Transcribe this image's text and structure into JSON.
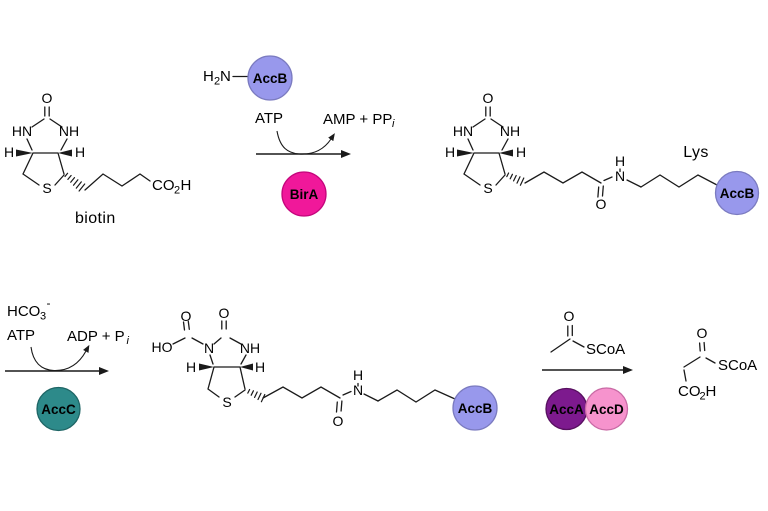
{
  "colors": {
    "accb_fill": "#9898ec",
    "accb_stroke": "#7b7bc0",
    "accb_text": "#1a1a80",
    "bira_fill": "#f0189a",
    "bira_stroke": "#c4067c",
    "bira_text": "#6e1426",
    "accc_fill": "#2d8a8a",
    "accc_stroke": "#1e6565",
    "accc_text": "#04322e",
    "acca_fill": "#7d1a8e",
    "acca_stroke": "#57105f",
    "acca_text": "#250537",
    "accd_fill": "#f693cd",
    "accd_stroke": "#c96aa5",
    "accd_text": "#8c2056"
  },
  "step1": {
    "biotin": {
      "name": "biotin",
      "atoms": {
        "o": "O",
        "hn": "HN",
        "nh": "NH",
        "h_left": "H",
        "h_right": "H",
        "s": "S"
      },
      "acid": {
        "base": "CO",
        "sub": "2",
        "tail": "H"
      }
    },
    "apo": {
      "amine_h": "H",
      "amine_sub": "2",
      "amine_n": "N",
      "protein": "AccB"
    },
    "atp": "ATP",
    "byproduct": {
      "base": "AMP + PP",
      "sub": "i"
    },
    "enzyme": "BirA",
    "product": {
      "atoms": {
        "o": "O",
        "hn": "HN",
        "nh": "NH",
        "h_left": "H",
        "h_right": "H",
        "s": "S",
        "amide_o": "O",
        "amide_h": "H",
        "amide_n": "N"
      },
      "lys": "Lys",
      "protein": "AccB"
    }
  },
  "step2": {
    "bicarbonate": {
      "base": "HCO",
      "sub": "3",
      "sup": "-"
    },
    "atp": "ATP",
    "byproduct": {
      "base": "ADP + P",
      "sub": "i"
    },
    "enzyme": "AccC",
    "carboxybiotin": {
      "atoms": {
        "ho": "HO",
        "carboxyl_o": "O",
        "n": "N",
        "o": "O",
        "nh": "NH",
        "h_left": "H",
        "h_right": "H",
        "s": "S",
        "amide_o": "O",
        "amide_h": "H",
        "amide_n": "N"
      },
      "protein": "AccB"
    }
  },
  "step3": {
    "acetyl_coa": {
      "o": "O",
      "scoa": "SCoA"
    },
    "enzyme_a": "AccA",
    "enzyme_d": "AccD",
    "malonyl_coa": {
      "o": "O",
      "scoa": "SCoA",
      "acid": {
        "base": "CO",
        "sub": "2",
        "tail": "H"
      }
    }
  }
}
